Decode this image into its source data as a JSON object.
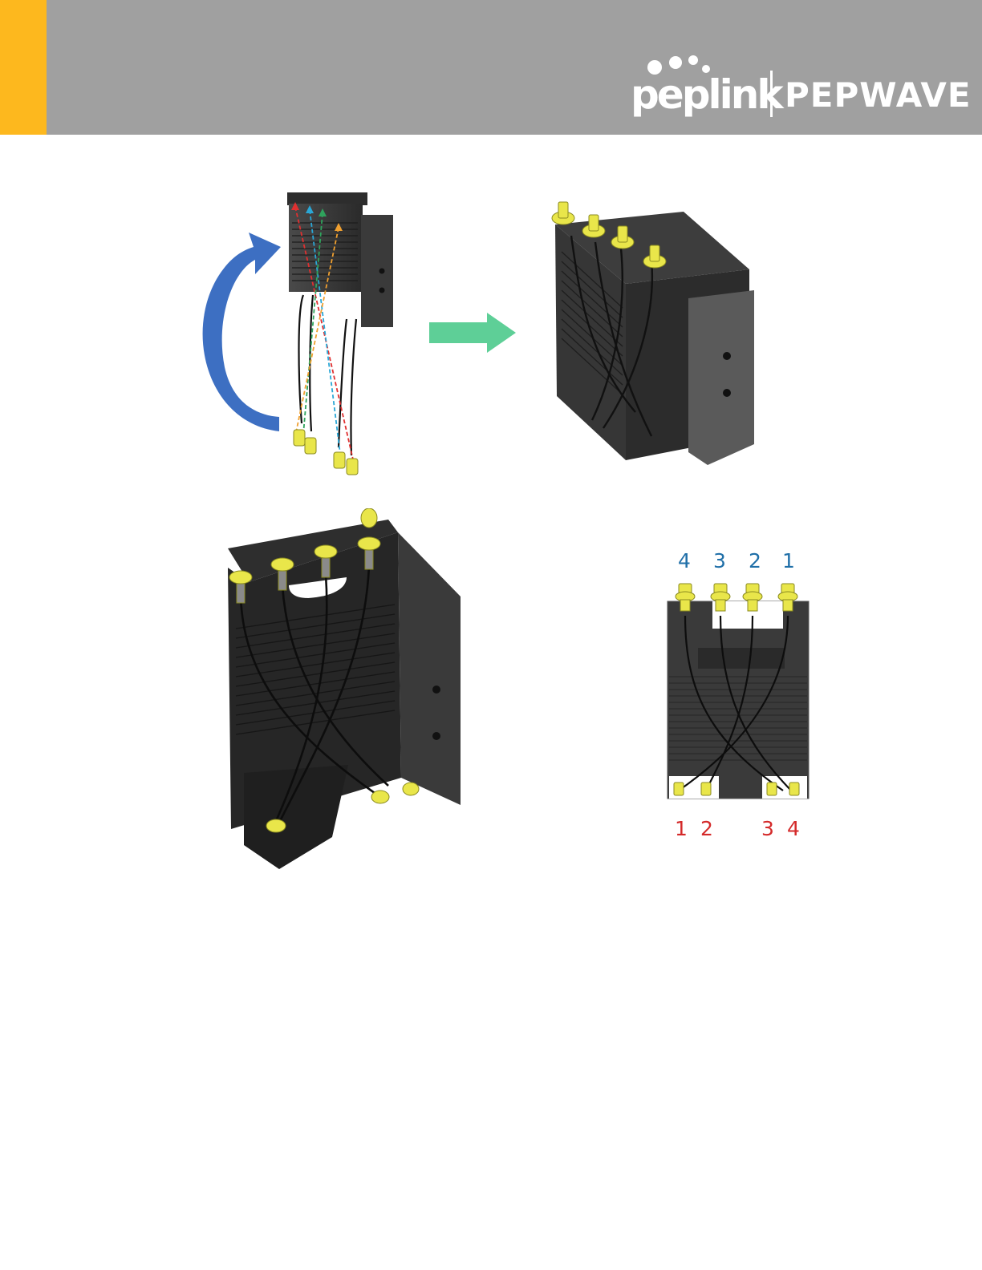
{
  "header": {
    "brand_primary": "peplink",
    "brand_secondary": "PEPWAVE",
    "accent_color": "#fdb81e",
    "bar_color": "#a0a0a0"
  },
  "figures": {
    "step1_cable_routing": {
      "cable_colors": [
        "#e03030",
        "#2aa7d6",
        "#2fa35c",
        "#f0a030"
      ]
    },
    "step2_rotate_arrow": {
      "icon": "curved-arrow-icon",
      "color": "#3d6fc2"
    },
    "step3_next_arrow": {
      "icon": "right-arrow-icon",
      "color": "#5ecf97"
    },
    "step4_mounted_connectors": {},
    "step5_rear_view": {},
    "step6_port_map": {
      "top_labels": [
        "4",
        "3",
        "2",
        "1"
      ],
      "bottom_labels": [
        "1",
        "2",
        "3",
        "4"
      ]
    }
  }
}
